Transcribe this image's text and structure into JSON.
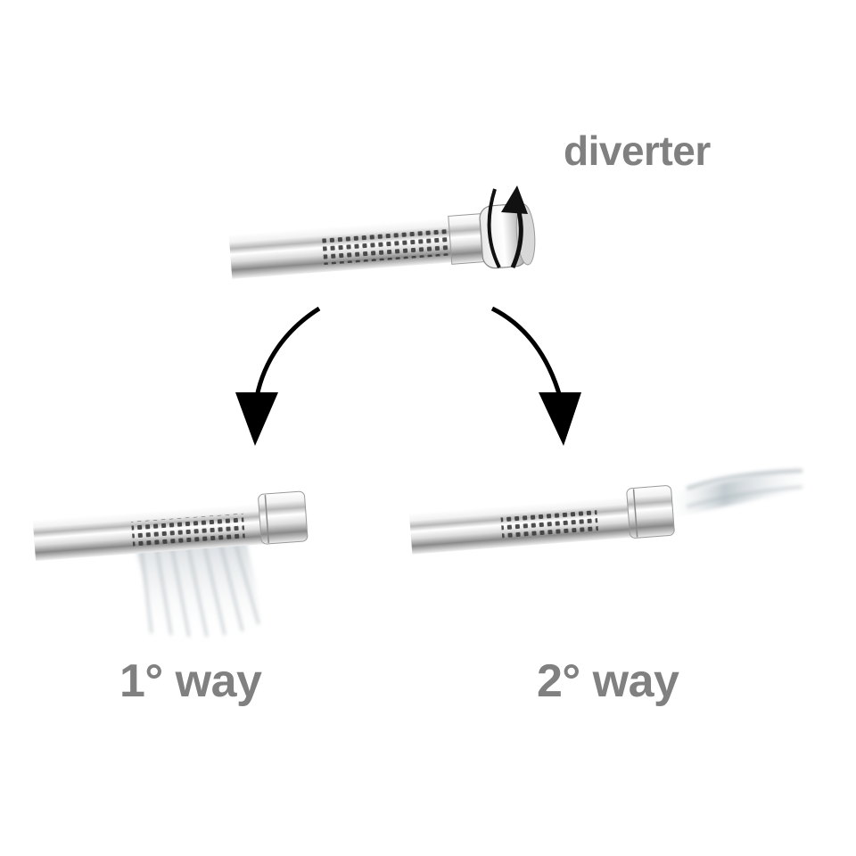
{
  "labels": {
    "diverter": "diverter",
    "way_1": "1° way",
    "way_2": "2° way"
  },
  "colors": {
    "label_text": "#808080",
    "arrow": "#000000",
    "chrome_light": "#f7f7f7",
    "chrome_mid": "#c8c8c8",
    "chrome_dark": "#6a6a6a",
    "nozzle_dots": "#3a3a3a",
    "water": "#bcc6cc"
  },
  "icons": {
    "diverter_knob": "rotate-arrow-icon",
    "flow_arrows": "curved-arrow-down-icon"
  }
}
